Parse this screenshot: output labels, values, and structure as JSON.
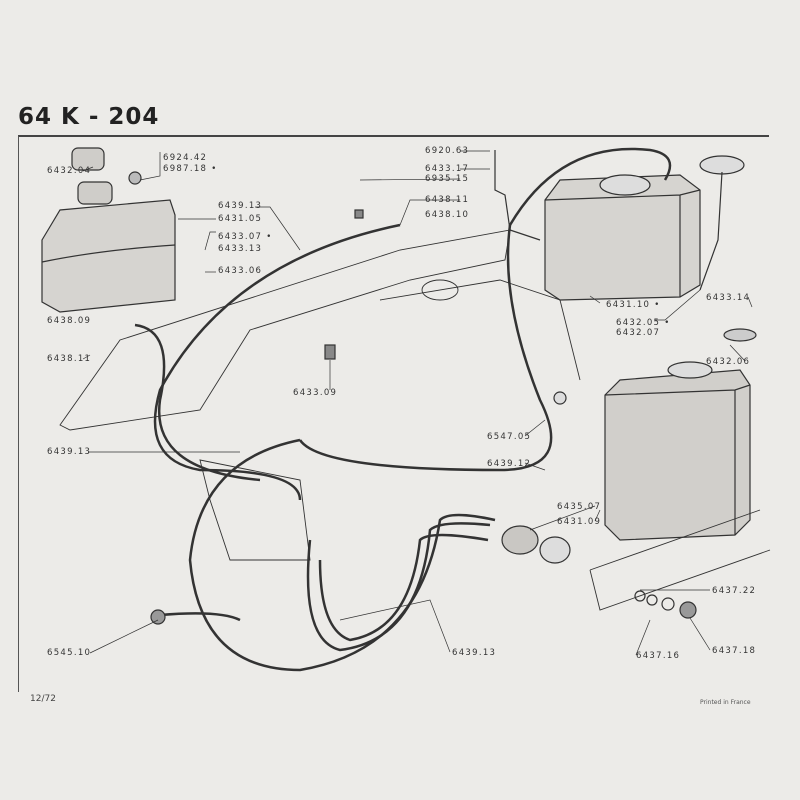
{
  "title": "64 K - 204",
  "labels": [
    "6432.04",
    "6924.42",
    "6987.18 •",
    "6439.13",
    "6431.05",
    "6433.07 •",
    "6433.13",
    "6433.06",
    "6438.09",
    "6438.11",
    "6433.09",
    "6439.13",
    "6545.10",
    "6439.13",
    "6920.63",
    "6433.17",
    "6935.15",
    "6438.11",
    "6438.10",
    "6431.10 •",
    "6432.05 •",
    "6432.07",
    "6433.14",
    "6432.06",
    "6547.05",
    "6439.12",
    "6435.07",
    "6431.09",
    "6437.22",
    "6437.16",
    "6437.18"
  ],
  "footer": {
    "date": "12/72",
    "printed": "Printed in France"
  }
}
